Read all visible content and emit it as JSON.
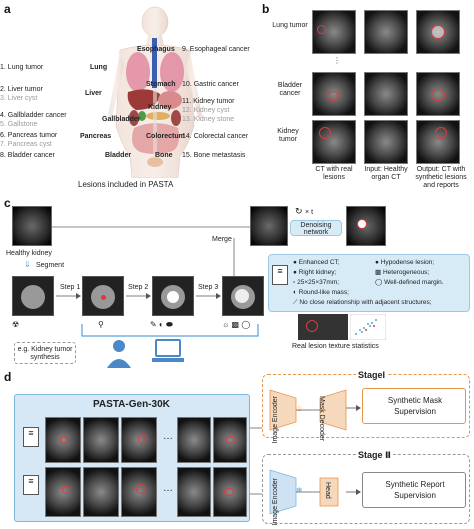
{
  "panels": {
    "a": "a",
    "b": "b",
    "c": "c",
    "d": "d"
  },
  "panel_a": {
    "caption": "Lesions included in PASTA",
    "left_items": [
      {
        "num": "1.",
        "text": "Lung tumor",
        "gray": false
      },
      {
        "num": "2.",
        "text": "Liver tumor",
        "gray": false
      },
      {
        "num": "3.",
        "text": "Liver cyst",
        "gray": true
      },
      {
        "num": "4.",
        "text": "Gallbladder cancer",
        "gray": false
      },
      {
        "num": "5.",
        "text": "Gallstone",
        "gray": true
      },
      {
        "num": "6.",
        "text": "Pancreas tumor",
        "gray": false
      },
      {
        "num": "7.",
        "text": "Pancreas cyst",
        "gray": true
      },
      {
        "num": "8.",
        "text": "Bladder cancer",
        "gray": false
      }
    ],
    "right_items": [
      {
        "num": "9.",
        "text": "Esophageal cancer",
        "gray": false
      },
      {
        "num": "10.",
        "text": "Gastric cancer",
        "gray": false
      },
      {
        "num": "11.",
        "text": "Kidney tumor",
        "gray": false
      },
      {
        "num": "12.",
        "text": "Kidney cyst",
        "gray": true
      },
      {
        "num": "13.",
        "text": "Kidney stone",
        "gray": true
      },
      {
        "num": "14.",
        "text": "Colorectal cancer",
        "gray": false
      },
      {
        "num": "15.",
        "text": "Bone metastasis",
        "gray": false
      }
    ],
    "organs": {
      "esophagus": "Esophagus",
      "lung": "Lung",
      "stomach": "Stomach",
      "liver": "Liver",
      "kidney": "Kidney",
      "gallbladder": "Gallbladder",
      "pancreas": "Pancreas",
      "colorectum": "Colorectum",
      "bladder": "Bladder",
      "bone": "Bone"
    }
  },
  "panel_b": {
    "rows": [
      "Lung tumor",
      "Bladder cancer",
      "Kidney tumor"
    ],
    "col1_caption": "CT with real lesions",
    "col2_caption": "Input: Healthy organ CT",
    "col3_caption": "Output: CT with synthetic lesions and reports"
  },
  "panel_c": {
    "healthy_kidney": "Healthy kidney",
    "segment": "Segment",
    "step1": "Step 1",
    "step2": "Step 2",
    "step3": "Step 3",
    "merge": "Merge",
    "denoising": "Denoising network",
    "times_t": "× t",
    "example": "e.g. Kidney tumor synthesis",
    "texture_stats": "Real lesion texture statistics",
    "report_items": [
      "Enhanced CT;",
      "Hypodense lesion;",
      "Right kidney;",
      "Heterogeneous;",
      "25×25×37mm;",
      "Well-defined margin.",
      "Round-like mass;",
      "No close relationship with adjacent structures;"
    ]
  },
  "panel_d": {
    "dataset": "PASTA-Gen-30K",
    "stage1": "StageI",
    "stage2": "Stage Ⅱ",
    "image_encoder": "Image Encoder",
    "mask_decoder": "Mask Decoder",
    "text_head": "Head",
    "sup1": "Synthetic Mask Supervision",
    "sup2": "Synthetic Report Supervision",
    "dots": "…"
  },
  "colors": {
    "orange": "#e8944a",
    "blue": "#2f6db0",
    "lesion_red": "#e03a3a",
    "light_blue": "#d7ebf7"
  }
}
